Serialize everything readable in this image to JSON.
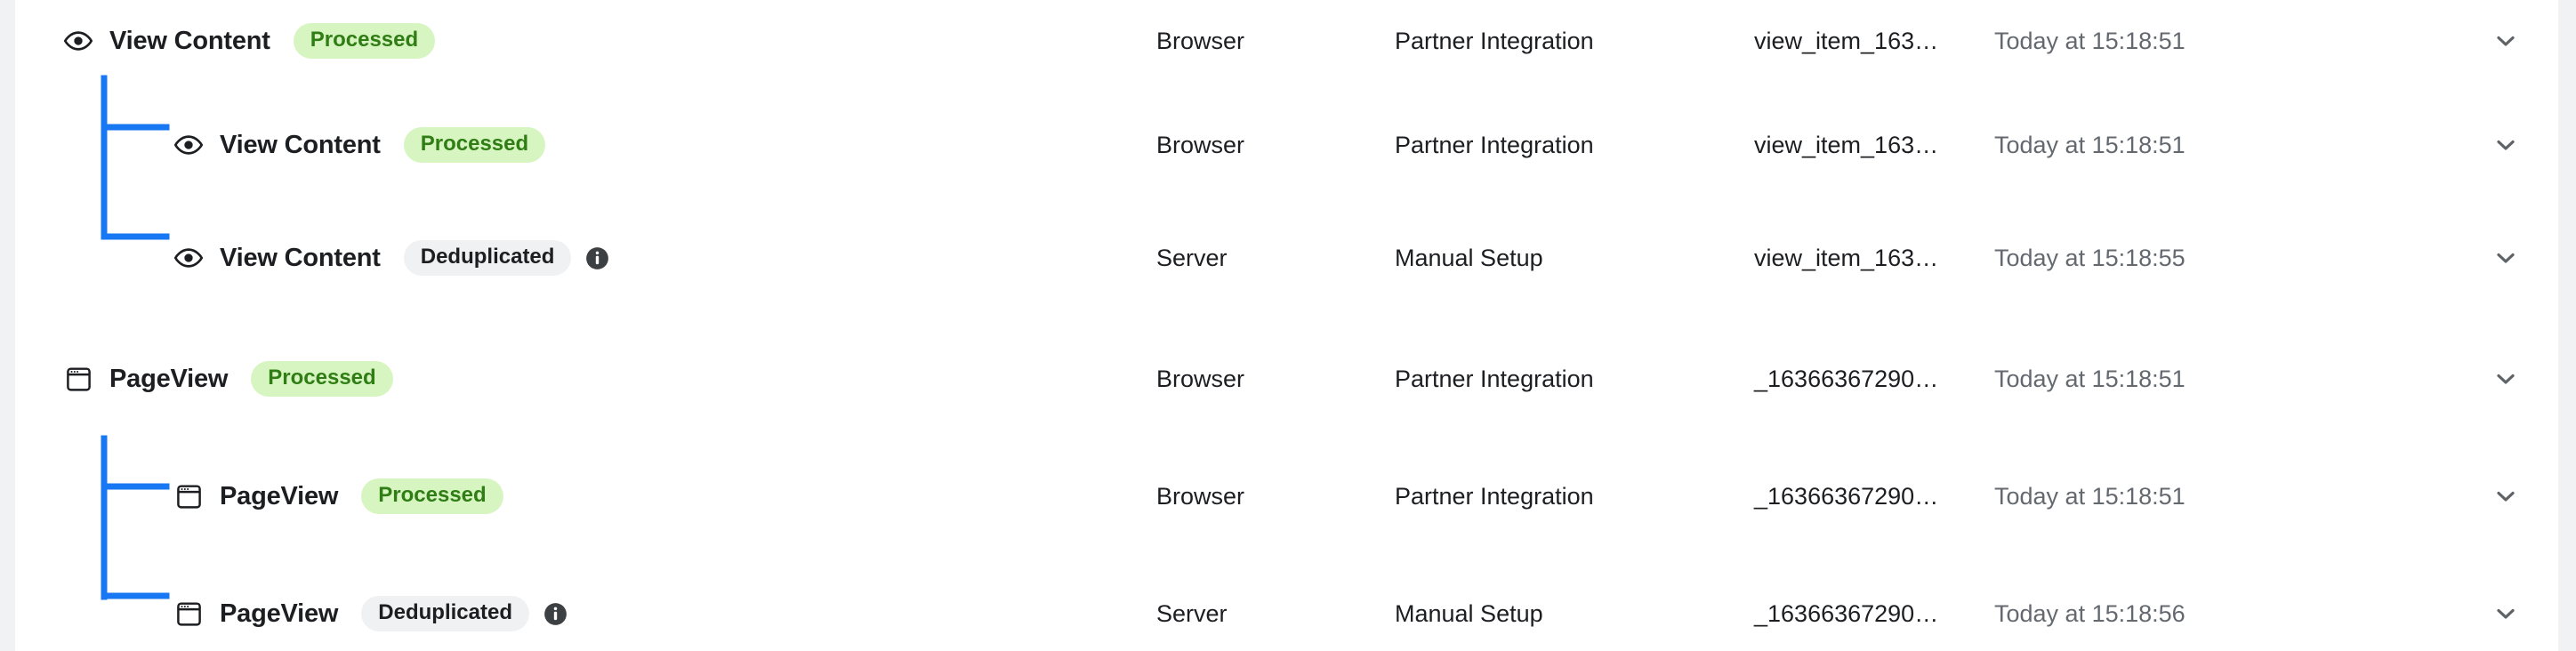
{
  "theme": {
    "page_bg": "#f1f2f4",
    "card_bg": "#ffffff",
    "tree_line": "#1877f2",
    "badge_processed_bg": "#d7f5c0",
    "badge_processed_text": "#2f7d14",
    "badge_deduplicated_bg": "#f0f1f3",
    "badge_deduplicated_text": "#1c1e21",
    "text_primary": "#1c1e21",
    "text_muted": "#646970"
  },
  "rows": [
    {
      "icon": "eye-icon",
      "name": "View Content",
      "badge": "Processed",
      "badge_type": "processed",
      "has_info": false,
      "source": "Browser",
      "setup": "Partner Integration",
      "event_id": "view_item_163…",
      "timestamp": "Today at 15:18:51",
      "depth": 0,
      "chevron": "chevron-down-icon"
    },
    {
      "icon": "eye-icon",
      "name": "View Content",
      "badge": "Processed",
      "badge_type": "processed",
      "has_info": false,
      "source": "Browser",
      "setup": "Partner Integration",
      "event_id": "view_item_163…",
      "timestamp": "Today at 15:18:51",
      "depth": 1,
      "chevron": "chevron-down-icon"
    },
    {
      "icon": "eye-icon",
      "name": "View Content",
      "badge": "Deduplicated",
      "badge_type": "deduplicated",
      "has_info": true,
      "source": "Server",
      "setup": "Manual Setup",
      "event_id": "view_item_163…",
      "timestamp": "Today at 15:18:55",
      "depth": 1,
      "chevron": "chevron-down-icon"
    },
    {
      "icon": "browser-window-icon",
      "name": "PageView",
      "badge": "Processed",
      "badge_type": "processed",
      "has_info": false,
      "source": "Browser",
      "setup": "Partner Integration",
      "event_id": "_16366367290…",
      "timestamp": "Today at 15:18:51",
      "depth": 0,
      "chevron": "chevron-down-icon"
    },
    {
      "icon": "browser-window-icon",
      "name": "PageView",
      "badge": "Processed",
      "badge_type": "processed",
      "has_info": false,
      "source": "Browser",
      "setup": "Partner Integration",
      "event_id": "_16366367290…",
      "timestamp": "Today at 15:18:51",
      "depth": 1,
      "chevron": "chevron-down-icon"
    },
    {
      "icon": "browser-window-icon",
      "name": "PageView",
      "badge": "Deduplicated",
      "badge_type": "deduplicated",
      "has_info": true,
      "source": "Server",
      "setup": "Manual Setup",
      "event_id": "_16366367290…",
      "timestamp": "Today at 15:18:56",
      "depth": 1,
      "chevron": "chevron-down-icon"
    }
  ]
}
